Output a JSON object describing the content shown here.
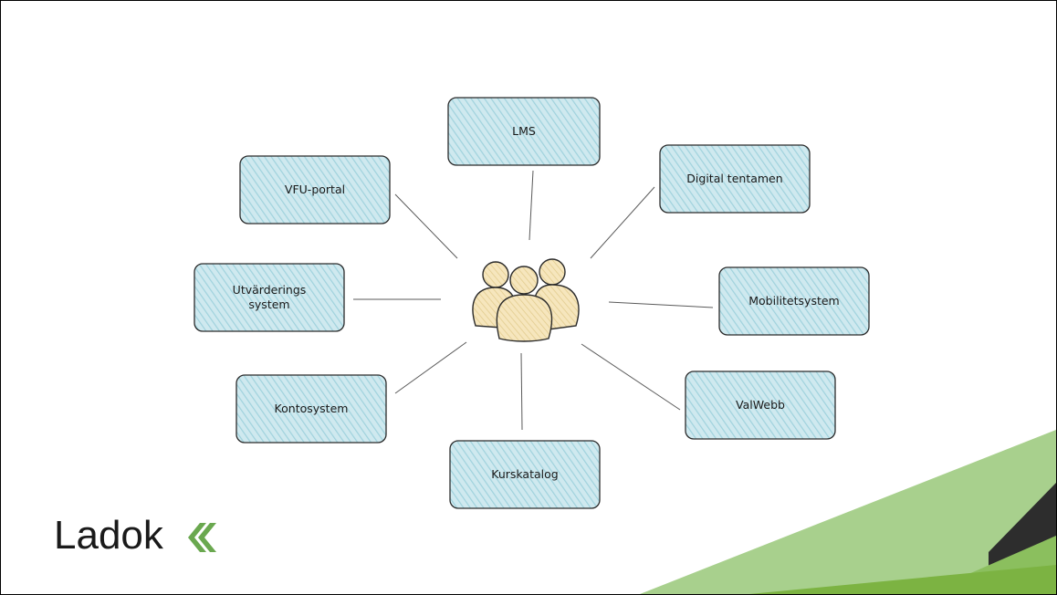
{
  "diagram": {
    "center": {
      "icon": "people-group-icon"
    },
    "nodes": [
      {
        "id": "lms",
        "lines": [
          "LMS"
        ]
      },
      {
        "id": "digital-tentamen",
        "lines": [
          "Digital tentamen"
        ]
      },
      {
        "id": "mobilitetsystem",
        "lines": [
          "Mobilitetsystem"
        ]
      },
      {
        "id": "valwebb",
        "lines": [
          "ValWebb"
        ]
      },
      {
        "id": "kurskatalog",
        "lines": [
          "Kurskatalog"
        ]
      },
      {
        "id": "kontosystem",
        "lines": [
          "Kontosystem"
        ]
      },
      {
        "id": "utvarderings-system",
        "lines": [
          "Utvärderings",
          "system"
        ]
      },
      {
        "id": "vfu-portal",
        "lines": [
          "VFU-portal"
        ]
      }
    ]
  },
  "branding": {
    "logo_text": "Ladok",
    "logo_mark": "chevron-mark-icon"
  },
  "colors": {
    "node_fill": "#cfe9ef",
    "node_hatch": "#9fd2dd",
    "node_stroke": "#2b2b2b",
    "people_fill": "#f6e6bd",
    "connector": "#5a5a5a",
    "logo_mark": "#6aa84f",
    "accent_light": "#a8d08d",
    "accent_mid": "#8bbf5e",
    "accent_dark": "#2d2d2d"
  }
}
